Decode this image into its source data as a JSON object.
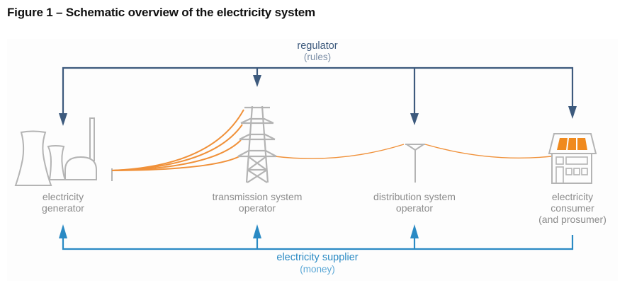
{
  "figure": {
    "title": "Figure 1 – Schematic overview of the electricity system"
  },
  "regulator": {
    "label": "regulator",
    "sublabel": "(rules)",
    "color": "#3d5a7d"
  },
  "supplier": {
    "label": "electricity supplier",
    "sublabel": "(money)",
    "color": "#2a8ac4"
  },
  "actors": [
    {
      "id": "generator",
      "line1": "electricity",
      "line2": "generator",
      "line3": "",
      "icon": "power-plant-icon"
    },
    {
      "id": "tso",
      "line1": "transmission system",
      "line2": "operator",
      "line3": "",
      "icon": "transmission-tower-icon"
    },
    {
      "id": "dso",
      "line1": "distribution system",
      "line2": "operator",
      "line3": "",
      "icon": "distribution-pole-icon"
    },
    {
      "id": "consumer",
      "line1": "electricity",
      "line2": "consumer",
      "line3": "(and prosumer)",
      "icon": "house-with-solar-panels-icon"
    }
  ],
  "colors": {
    "power_line": "#f0913a",
    "icon_gray": "#b4b4b4",
    "solar_panel": "#f08a1e",
    "label_gray": "#8c8c8c"
  }
}
